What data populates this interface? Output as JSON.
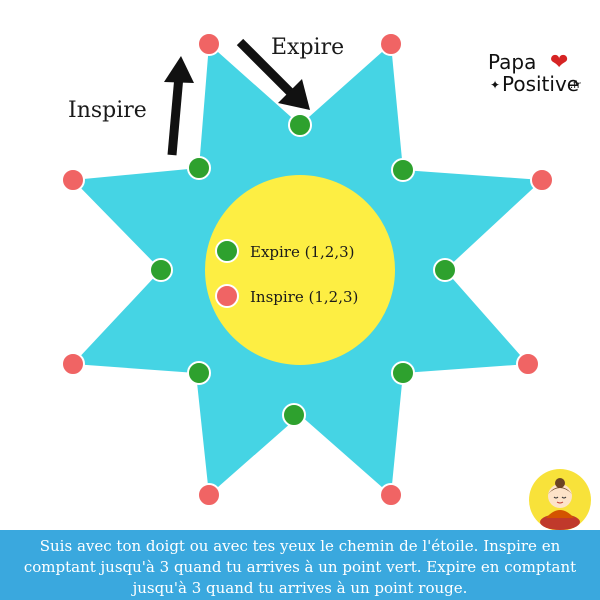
{
  "labels": {
    "expire_arrow": "Expire",
    "inspire_arrow": "Inspire"
  },
  "legend": {
    "items": [
      {
        "label": "Expire (1,2,3)",
        "color": "#2ea12e"
      },
      {
        "label": "Inspire (1,2,3)",
        "color": "#f06464"
      }
    ]
  },
  "logo": {
    "line1": "Papa",
    "line2": "Positive",
    "suffix": ".fr",
    "heart": "❤",
    "star": "✦"
  },
  "instructions": {
    "text": "Suis avec ton doigt ou avec tes yeux le chemin de l'étoile. Inspire en comptant jusqu'à 3 quand tu arrives à un point vert. Expire en comptant jusqu'à 3 quand tu arrives à un point rouge."
  },
  "colors": {
    "star_fill": "#45d4e4",
    "center_circle": "#fdee43",
    "inhale_dot": "#f06464",
    "exhale_dot": "#2ea12e",
    "arrow": "#111111",
    "bottom_bar": "#3aa8de",
    "avatar_bg": "#f8e23a"
  },
  "icons": {
    "avatar": "meditating-child-icon"
  }
}
